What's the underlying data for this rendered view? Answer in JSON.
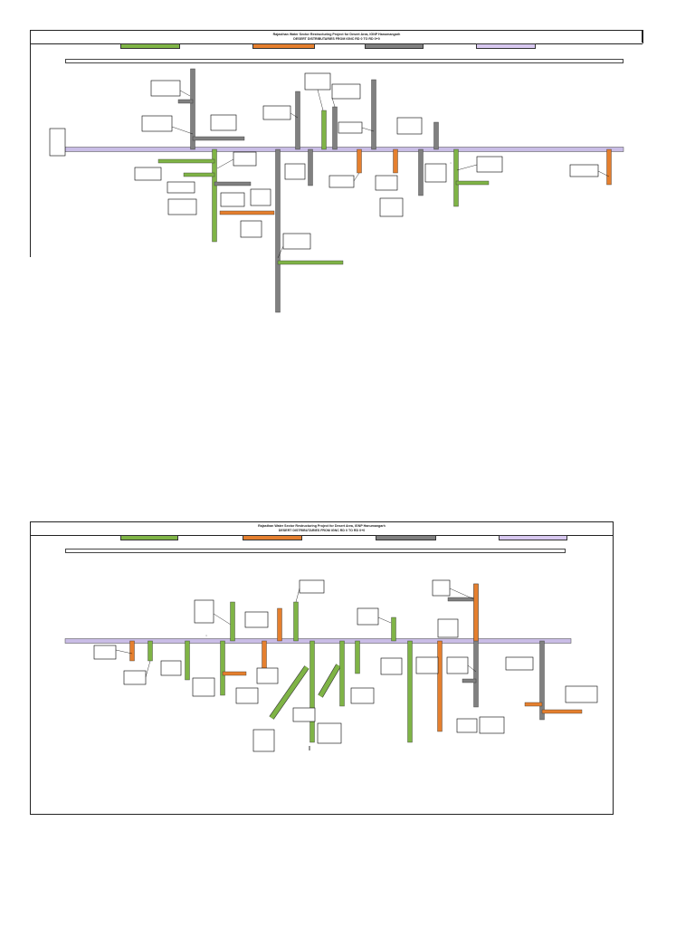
{
  "colors": {
    "green": "#7fb446",
    "orange": "#e57f2e",
    "gray": "#808080",
    "lavender": "#d8c8f0",
    "main_line": "#c9bde6",
    "outline": "#333333",
    "callout": "#000000"
  },
  "sheet1": {
    "title": "Rajasthan Water Sector Restructuring Project for Desert Area, IGNP Hanumangarh",
    "subtitle": "DESERT DISTRIBUTARIES FROM IGNC RD 0 TO RD 0+0",
    "legend": [
      {
        "label": "",
        "color": "green"
      },
      {
        "label": "",
        "color": "orange"
      },
      {
        "label": "",
        "color": "gray"
      },
      {
        "label": "",
        "color": "lavender"
      }
    ],
    "top_bar_label": ""
  },
  "sheet2": {
    "title": "Rajasthan Water Sector Restructuring Project for Desert Area, IGNP Hanumangarh",
    "subtitle": "DESERT DISTRIBUTARIES FROM IGNC RD 0 TO RD 0+0",
    "legend": [
      {
        "label": "",
        "color": "green"
      },
      {
        "label": "",
        "color": "orange"
      },
      {
        "label": "",
        "color": "gray"
      },
      {
        "label": "",
        "color": "lavender"
      }
    ],
    "top_bar_label": ""
  }
}
